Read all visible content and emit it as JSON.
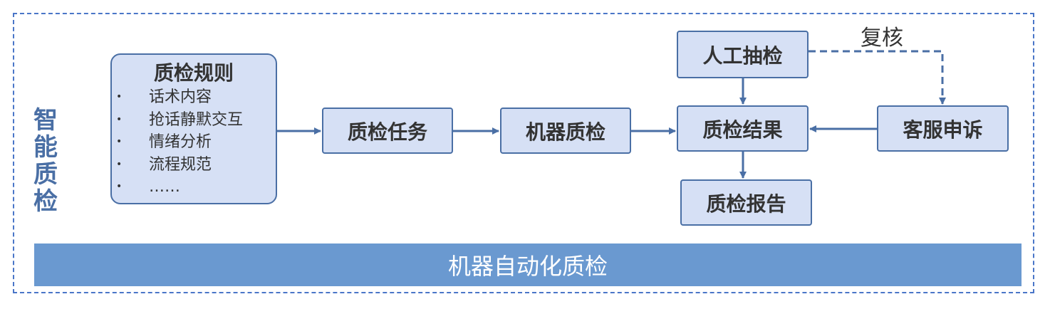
{
  "side_title": [
    "智",
    "能",
    "质",
    "检"
  ],
  "rules_box": {
    "title": "质检规则",
    "items": [
      "话术内容",
      "抢话静默交互",
      "情绪分析",
      "流程规范",
      "……"
    ]
  },
  "nodes": {
    "task": "质检任务",
    "machine": "机器质检",
    "result": "质检结果",
    "manual": "人工抽检",
    "appeal": "客服申诉",
    "report": "质检报告"
  },
  "review_label": "复核",
  "bottom_bar": "机器自动化质检",
  "colors": {
    "frame_border": "#4a76c8",
    "box_fill": "#d6e0f5",
    "box_border": "#4a6fa5",
    "arrow": "#4a6fa5",
    "bar_fill": "#6a99d0",
    "side_title": "#4a6fa5"
  }
}
